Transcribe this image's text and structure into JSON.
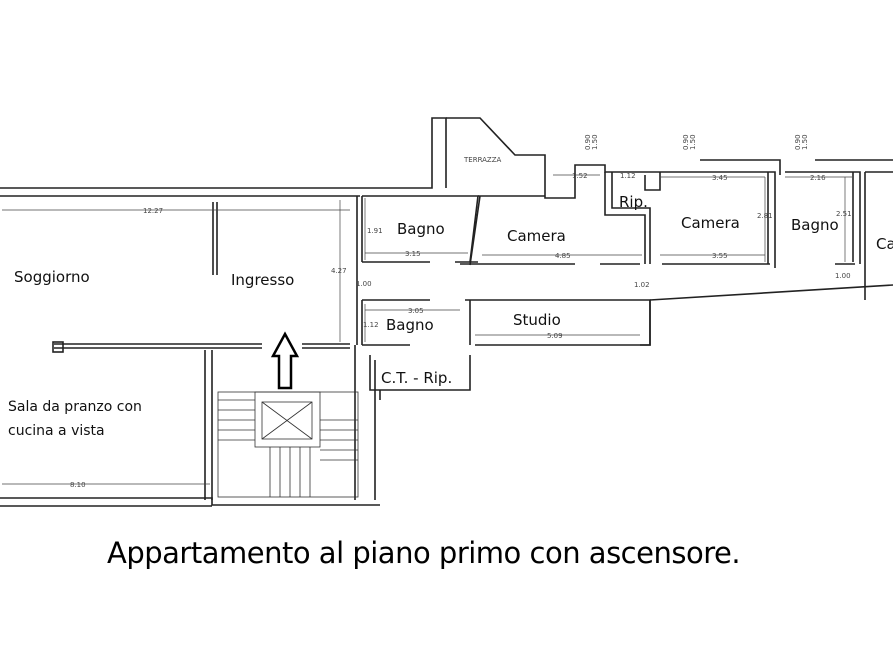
{
  "rooms": {
    "soggiorno": "Soggiorno",
    "ingresso": "Ingresso",
    "sala_line1": "Sala da pranzo con",
    "sala_line2": "cucina a vista",
    "bagno1": "Bagno",
    "bagno2": "Bagno",
    "bagno3": "Bagno",
    "camera1": "Camera",
    "camera2": "Camera",
    "camera3_partial": "Ca",
    "rip": "Rip.",
    "studio": "Studio",
    "ct_rip": "C.T. - Rip.",
    "terrazza": "TERRAZZA"
  },
  "dimensions": {
    "soggiorno_width": "12.27",
    "sala_width": "8.10",
    "ingresso_height": "4.27",
    "corridor_1": "1.00",
    "bagno1_h": "1.91",
    "bagno1_w": "3.15",
    "bagno2_w": "3.05",
    "bagno2_h": "1.12",
    "camera1_w": "4.85",
    "terrace_w": "1.52",
    "rip_w": "1.12",
    "camera2_top": "3.45",
    "camera2_bottom": "3.55",
    "camera2_h": "2.81",
    "bagno3_w": "2.16",
    "bagno3_h": "2.51",
    "corridor_2": "1.02",
    "corridor_3": "1.00",
    "studio_w": "5.09",
    "window_a": "0.90",
    "window_b": "1.50"
  },
  "caption": "Appartamento al piano primo con ascensore."
}
